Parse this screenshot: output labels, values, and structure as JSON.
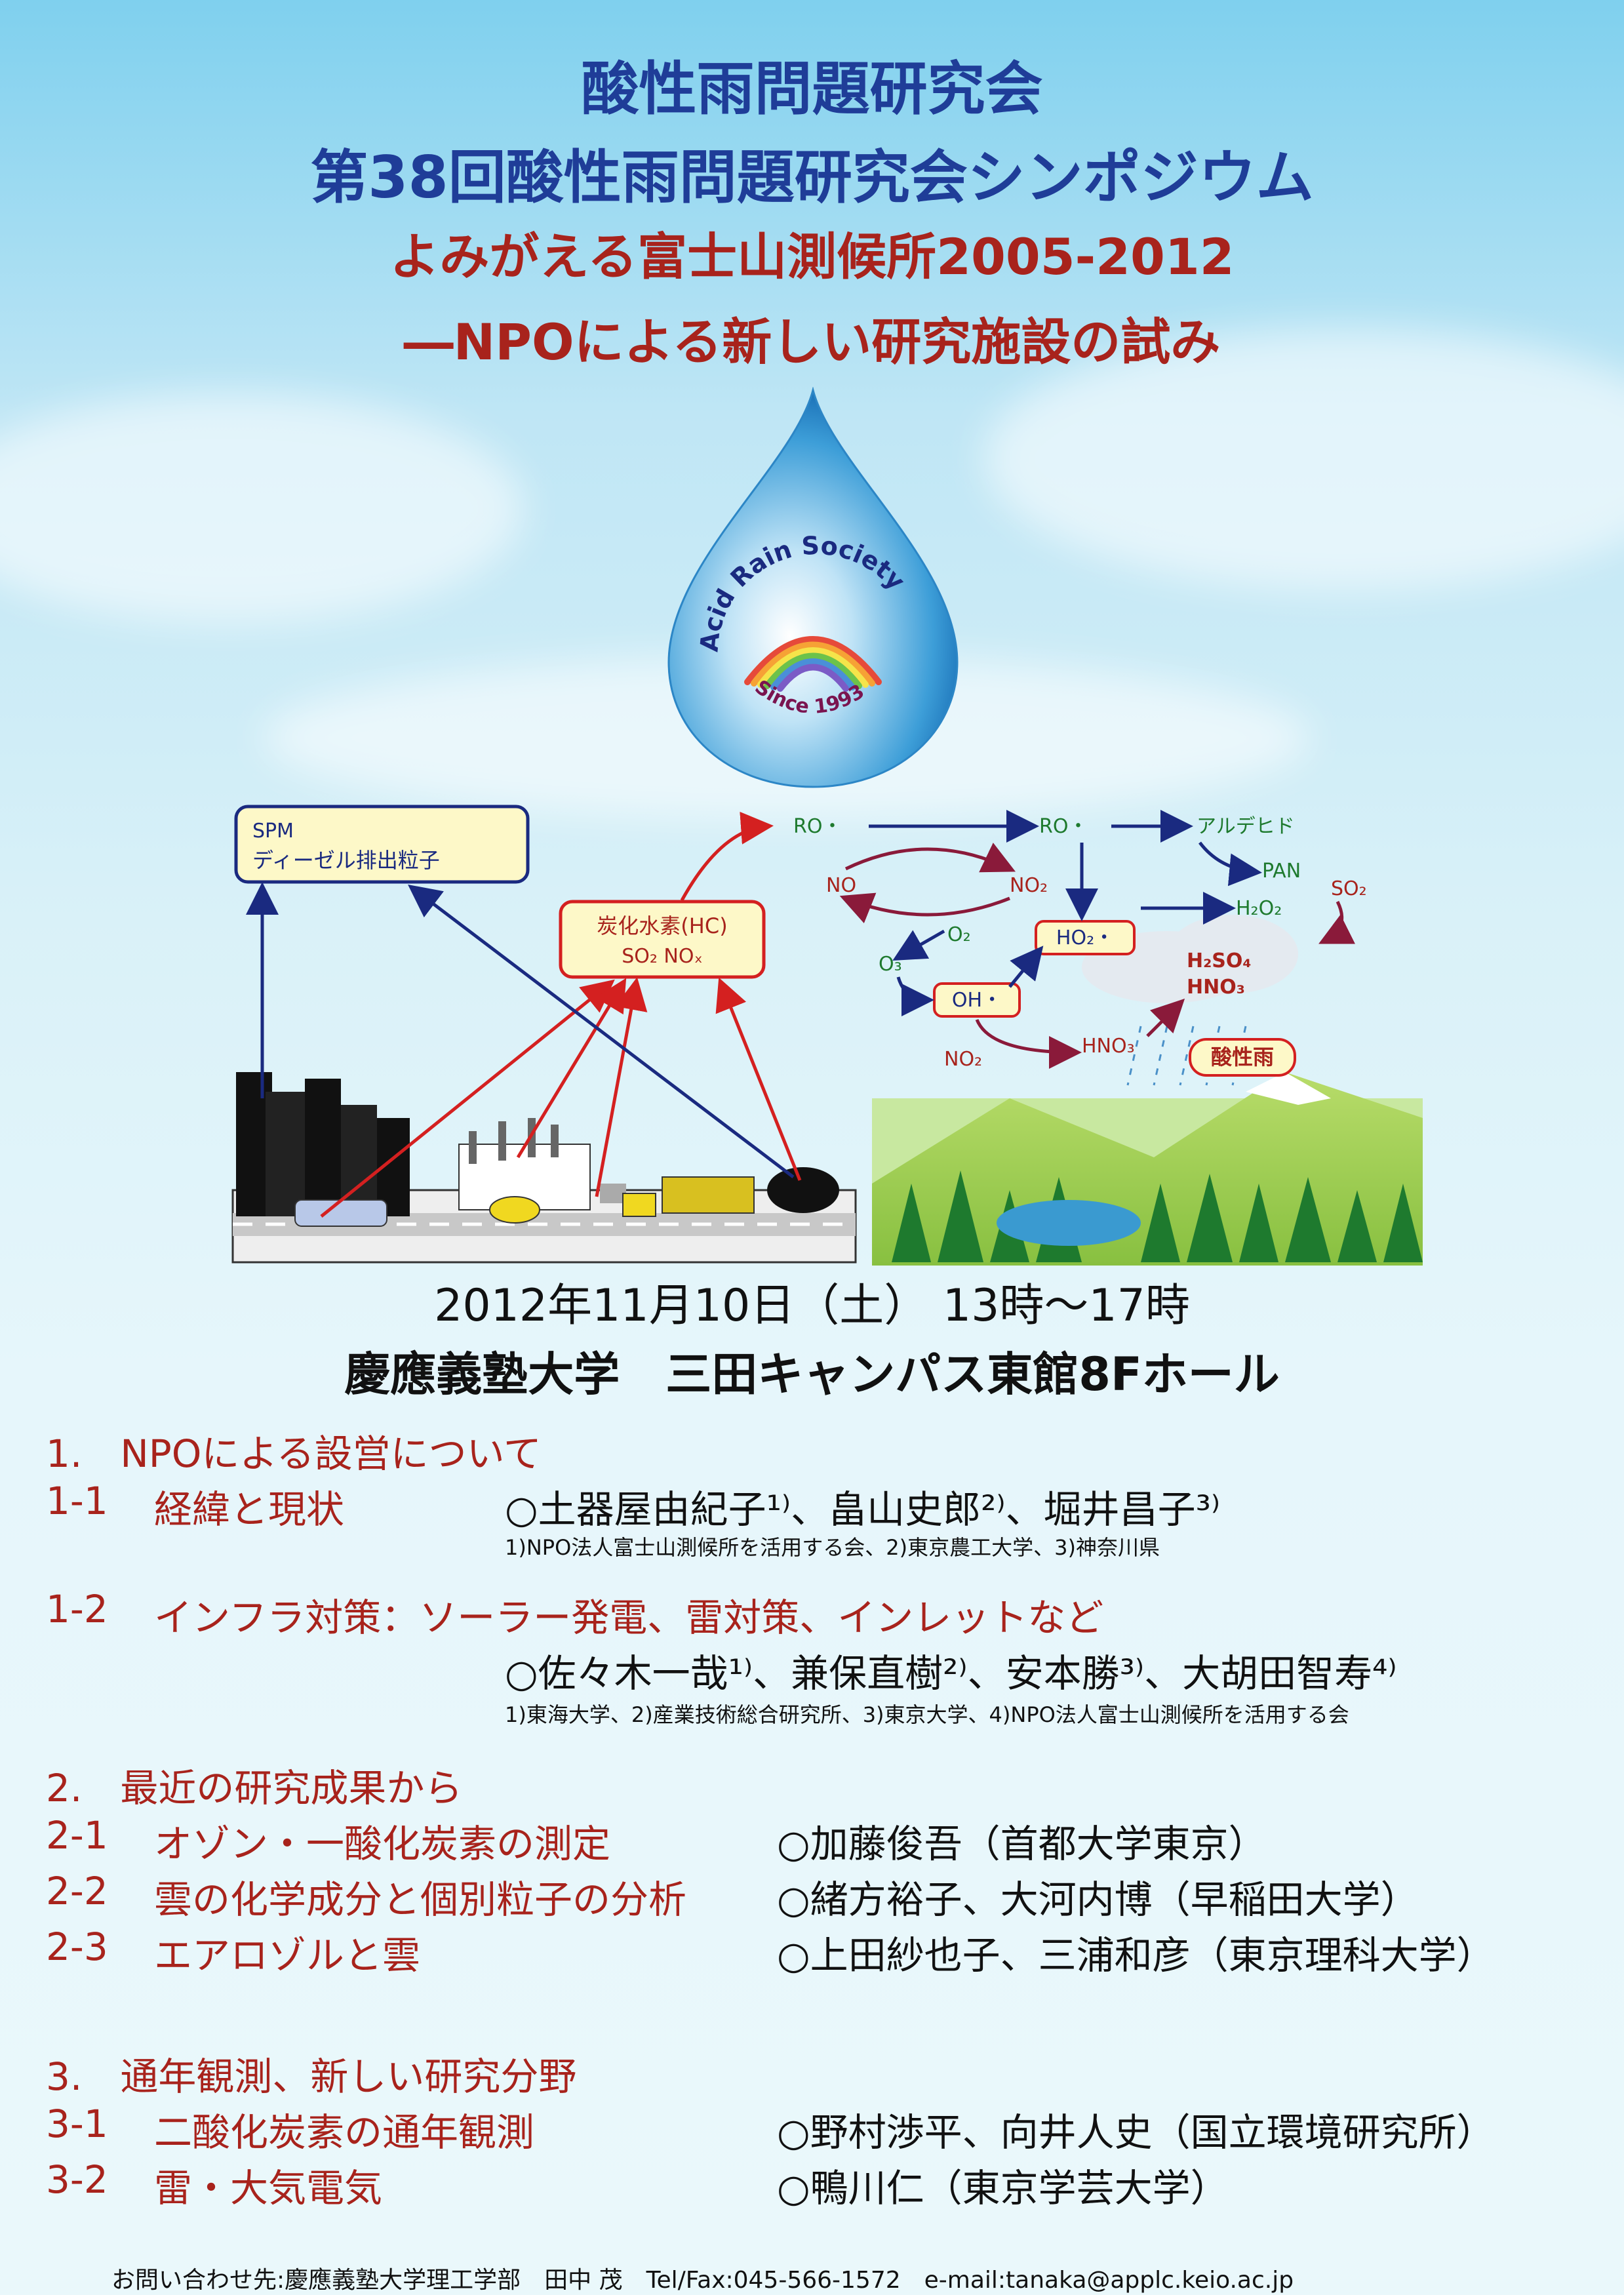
{
  "header": {
    "org": "酸性雨問題研究会",
    "symposium": "第38回酸性雨問題研究会シンポジウム",
    "subtitle1": "よみがえる富士山測候所2005-2012",
    "subtitle2": "―NPOによる新しい研究施設の試み"
  },
  "logo": {
    "name": "Acid Rain Society",
    "since": "Since 1993"
  },
  "diagram": {
    "spm_line1": "SPM",
    "spm_line2": "ディーゼル排出粒子",
    "hc_line1": "炭化水素(HC)",
    "hc_line2": "SO₂  NOₓ",
    "ro1": "RO・",
    "ro2": "RO・",
    "aldehyde": "アルデヒド",
    "pan": "PAN",
    "so2": "SO₂",
    "no": "NO",
    "no2_top": "NO₂",
    "o2": "O₂",
    "ho2": "HO₂・",
    "h2o2": "H₂O₂",
    "o3": "O₃",
    "oh": "OH・",
    "h2so4": "H₂SO₄",
    "hno3_cloud": "HNO₃",
    "no2_bottom": "NO₂",
    "hno3": "HNO₃",
    "acid_rain": "酸性雨"
  },
  "event": {
    "date": "2012年11月10日（土） 13時～17時",
    "venue": "慶應義塾大学　三田キャンパス東館8Fホール"
  },
  "program": {
    "s1_title": "1.　NPOによる設営について",
    "s1_1_num": "1-1",
    "s1_1_title": "経緯と現状",
    "s1_1_speakers": "○土器屋由紀子¹⁾、畠山史郎²⁾、堀井昌子³⁾",
    "s1_1_aff": "1)NPO法人富士山測候所を活用する会、2)東京農工大学、3)神奈川県",
    "s1_2_num": "1-2",
    "s1_2_title": "インフラ対策：ソーラー発電、雷対策、インレットなど",
    "s1_2_speakers": "○佐々木一哉¹⁾、兼保直樹²⁾、安本勝³⁾、大胡田智寿⁴⁾",
    "s1_2_aff": "1)東海大学、2)産業技術総合研究所、3)東京大学、4)NPO法人富士山測候所を活用する会",
    "s2_title": "2.　最近の研究成果から",
    "s2_1_num": "2-1",
    "s2_1_title": "オゾン・一酸化炭素の測定",
    "s2_1_speakers": "○加藤俊吾（首都大学東京）",
    "s2_2_num": "2-2",
    "s2_2_title": "雲の化学成分と個別粒子の分析",
    "s2_2_speakers": "○緒方裕子、大河内博（早稲田大学）",
    "s2_3_num": "2-3",
    "s2_3_title": "エアロゾルと雲",
    "s2_3_speakers": "○上田紗也子、三浦和彦（東京理科大学）",
    "s3_title": "3.　通年観測、新しい研究分野",
    "s3_1_num": "3-1",
    "s3_1_title": "二酸化炭素の通年観測",
    "s3_1_speakers": "○野村渉平、向井人史（国立環境研究所）",
    "s3_2_num": "3-2",
    "s3_2_title": "雷・大気電気",
    "s3_2_speakers": "○鴨川仁（東京学芸大学）"
  },
  "contact": "お問い合わせ先:慶應義塾大学理工学部　田中 茂　Tel/Fax:045-566-1572　e-mail:tanaka@applc.keio.ac.jp",
  "colors": {
    "title_blue": "#1f3d98",
    "title_red": "#a8231c",
    "program_red": "#a8231c"
  }
}
